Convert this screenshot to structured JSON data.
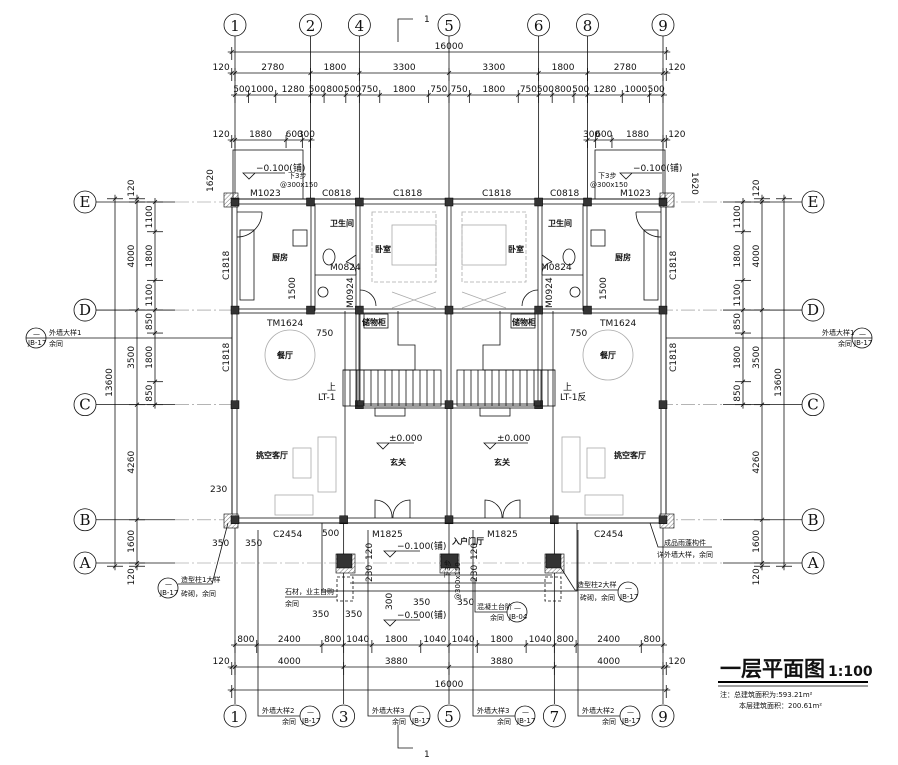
{
  "axes": {
    "top": [
      "1",
      "2",
      "4",
      "5",
      "6",
      "8",
      "9"
    ],
    "bottom": [
      "1",
      "3",
      "5",
      "7",
      "9"
    ],
    "rows": [
      "E",
      "D",
      "C",
      "B",
      "A"
    ]
  },
  "section_mark": "1",
  "dims_top": {
    "overall": [
      "16000"
    ],
    "row2": [
      "120",
      "2780",
      "1800",
      "3300",
      "3300",
      "1800",
      "2780",
      "120"
    ],
    "row3": [
      "500",
      "1000",
      "1280",
      "500",
      "800",
      "500",
      "750",
      "1800",
      "750",
      "750",
      "1800",
      "750",
      "500",
      "800",
      "500",
      "1280",
      "1000",
      "500"
    ],
    "entry_left": [
      "120",
      "1880",
      "600",
      "300"
    ],
    "entry_right": [
      "300",
      "600",
      "1880",
      "120"
    ],
    "h1620": "1620"
  },
  "dims_bottom": {
    "row1": [
      "800",
      "2400",
      "800",
      "1040",
      "1800",
      "1040",
      "1040",
      "1800",
      "1040",
      "800",
      "2400",
      "800"
    ],
    "row2": [
      "120",
      "4000",
      "3880",
      "3880",
      "4000",
      "120"
    ],
    "overall": [
      "16000"
    ]
  },
  "dims_side": {
    "overall": [
      "13600"
    ],
    "mid": [
      "120",
      "4000",
      "3500",
      "4260",
      "1600",
      "120"
    ],
    "inner": [
      "1100",
      "1800",
      "1100",
      "850",
      "1800",
      "850"
    ]
  },
  "windows": {
    "m1023": "M1023",
    "c0818": "C0818",
    "c1818": "C1818",
    "m0824": "M0824",
    "m0924": "M0924",
    "tm1624": "TM1624",
    "m1825": "M1825",
    "c2454": "C2454"
  },
  "rooms": {
    "bathroom": "卫生间",
    "kitchen": "厨房",
    "bedroom": "卧室",
    "storage": "储物柜",
    "dining": "餐厅",
    "living": "挑空客厅",
    "foyer": "玄关",
    "entry_hall": "入户门厅"
  },
  "stairs": {
    "up": "上",
    "left": "LT-1",
    "right": "LT-1反"
  },
  "levels": {
    "floor": "±0.000",
    "porch": "−0.100(铺)",
    "ground": "−0.500(铺)",
    "steps": "下3步",
    "step_size": "@300x150"
  },
  "small_dims": {
    "d750": "750",
    "d1500": "1500",
    "d500": "500",
    "d350": "350",
    "d230": "230",
    "d120": "120",
    "d300": "300"
  },
  "annotations": {
    "wall_detail1": "外墙大样1",
    "wall_detail2": "外墙大样2",
    "wall_detail3": "外墙大样3",
    "same": "余同",
    "column1": "造型柱1大样",
    "column2": "造型柱2大样",
    "brick_same": "砖砌，余同",
    "stone": "石材，业主自购",
    "concrete_steps": "混凝土台阶",
    "canopy": "成品雨蓬构件",
    "canopy_ref": "详外墙大样，余同",
    "ref_top": "—",
    "ref_bottom": "JB-17",
    "ref_bottom2": "JB-04"
  },
  "title": {
    "name": "一层平面图",
    "scale": "1:100",
    "note1": "注：总建筑面积为:593.21m²",
    "note2": "本层建筑面积：200.61m²"
  }
}
